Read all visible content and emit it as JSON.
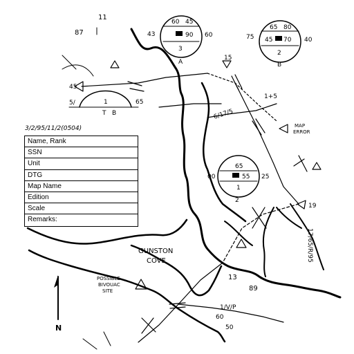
{
  "overlay_header": "3/2/95/11/2(0504)",
  "info_rows": [
    "Name, Rank",
    "SSN",
    "Unit",
    "DTG",
    "Map Name",
    "Edition",
    "Scale",
    "Remarks:"
  ],
  "labels": {
    "cove_line1": "GUNSTON",
    "cove_line2": "COVE",
    "bivouac_line1": "POSSIBLE",
    "bivouac_line2": "BIVOUAC",
    "bivouac_line3": "SITE",
    "map_error_line1": "MAP",
    "map_error_line2": "ERROR",
    "north": "N",
    "grid_top_11": "11",
    "grid_top_87": "87",
    "grid_13": "13",
    "grid_89": "89"
  },
  "units": {
    "A": {
      "top": "60",
      "top2": "45",
      "left": "43",
      "mid": "90",
      "right": "60",
      "num": "3",
      "letter": "A"
    },
    "B": {
      "left": "75",
      "top": "65",
      "top2": "80",
      "mid1": "45",
      "mid2": "70",
      "right": "40",
      "num": "2",
      "letter": "B"
    },
    "C": {
      "top": "65",
      "left": "00",
      "mid": "55",
      "right": "25",
      "num": "1",
      "bottom": "2"
    },
    "D": {
      "left": "5/",
      "mid": "1",
      "mid2": "65",
      "letter": "T",
      "letter2": "B"
    }
  },
  "route_labels": [
    "6/17/5",
    "1+5",
    "15",
    "45",
    "19",
    "1/V/P",
    "60",
    "50",
    "17/65/R/95"
  ],
  "colors": {
    "ink": "#000000",
    "paper": "#ffffff"
  }
}
